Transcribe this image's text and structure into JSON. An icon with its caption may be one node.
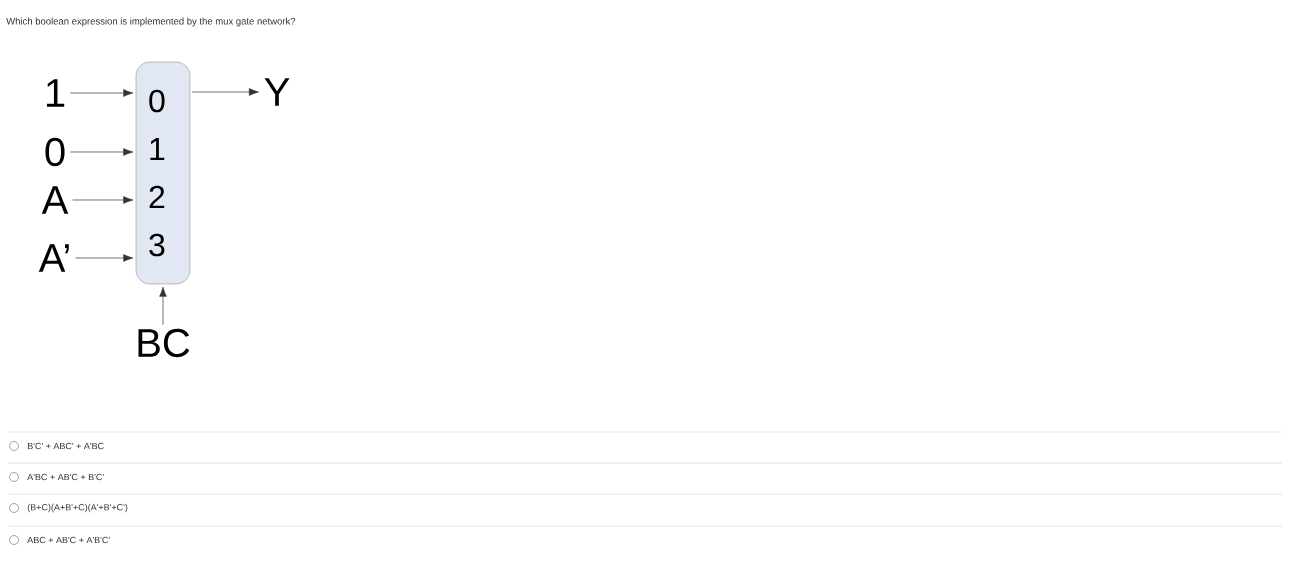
{
  "diagram": {
    "title": "Which boolean expression is implemented by the mux gate network?",
    "nodes": [
      {
        "text": [
          "0",
          "1",
          "2",
          "3"
        ]
      },
      {
        "text": [
          "1"
        ]
      },
      {
        "text": [
          "0"
        ]
      },
      {
        "text": [
          "A"
        ]
      },
      {
        "text": [
          "A’"
        ]
      },
      {
        "text": [
          "BC"
        ]
      },
      {
        "text": [
          "Y"
        ]
      }
    ],
    "edges": [
      {
        "from": 1,
        "to": 0,
        "arrow": "to"
      },
      {
        "from": 2,
        "to": 0,
        "arrow": "to"
      },
      {
        "from": 3,
        "to": 0,
        "arrow": "to"
      },
      {
        "from": 4,
        "to": 0,
        "arrow": "to"
      },
      {
        "from": 5,
        "to": 0,
        "arrow": "to"
      },
      {
        "from": 0,
        "to": 6,
        "arrow": "to"
      }
    ],
    "labels": [
      "B'C' + ABC' + A'BC",
      "A'BC + AB'C + B'C'",
      "(B+C)(A+B'+C)(A'+B'+C')",
      "ABC + AB'C + A'B'C'"
    ]
  }
}
